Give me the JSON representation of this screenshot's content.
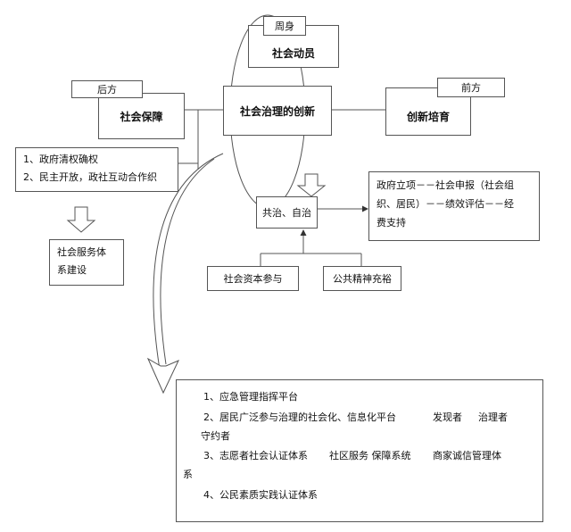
{
  "top": {
    "tag": "周身",
    "title": "社会动员"
  },
  "left": {
    "tag": "后方",
    "title": "社会保障"
  },
  "center": {
    "title": "社会治理的创新"
  },
  "right": {
    "tag": "前方",
    "title": "创新培育"
  },
  "left_list": {
    "item1": "1、政府清权确权",
    "item2": "2、民主开放，政社互动合作织"
  },
  "service": {
    "line1": "社会服务体",
    "line2": "系建设"
  },
  "mid": {
    "title": "共治、自治"
  },
  "project": {
    "line1": "政府立项－－社会申报（社会组",
    "line2": "织、居民）－－绩效评估－－经",
    "line3": "费支持"
  },
  "capital": {
    "label": "社会资本参与"
  },
  "spirit": {
    "label": "公共精神充裕"
  },
  "platform": {
    "item1": "1、应急管理指挥平台",
    "item2_a": "2、居民广泛参与治理的社会化、信息化平台",
    "item2_b": "发现者",
    "item2_c": "治理者",
    "item2_d": "守约者",
    "item3_a": "3、志愿者社会认证体系",
    "item3_b": "社区服务 保障系统",
    "item3_c": "商家诚信管理体",
    "item3_d": "系",
    "item4": "4、公民素质实践认证体系"
  }
}
